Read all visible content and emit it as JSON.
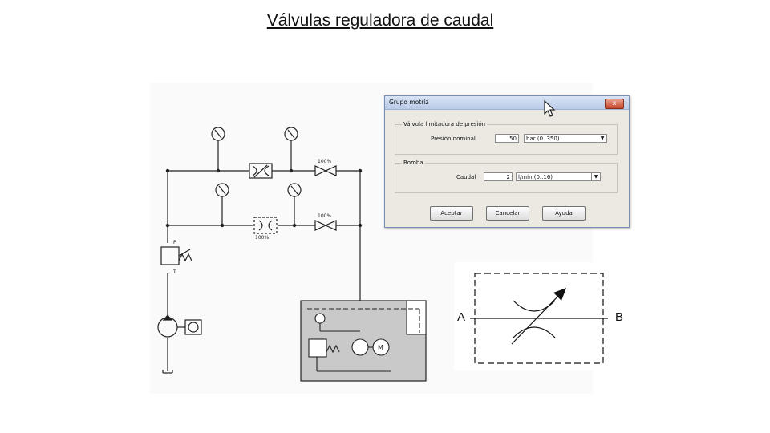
{
  "slide": {
    "title": "Válvulas reguladora de caudal"
  },
  "circuit": {
    "pct_top": "100%",
    "pct_mid": "100%",
    "pct_bottom": "100%",
    "port_p": "P",
    "port_t": "T",
    "motor_label": "M"
  },
  "dialog": {
    "title": "Grupo motriz",
    "close_label": "x",
    "group1": {
      "legend": "Válvula limitadora de presión",
      "field_label": "Presión nominal",
      "value": "50",
      "unit_selected": "bar (0..350)"
    },
    "group2": {
      "legend": "Bomba",
      "field_label": "Caudal",
      "value": "2",
      "unit_selected": "l/min (0..16)"
    },
    "buttons": {
      "accept": "Aceptar",
      "cancel": "Cancelar",
      "help": "Ayuda"
    }
  },
  "symbol": {
    "port_a": "A",
    "port_b": "B"
  },
  "colors": {
    "dialog_bg": "#ece9e2",
    "titlebar": "#c6d5ee",
    "close_button": "#c8462d",
    "power_unit_fill": "#c9c9c9",
    "line": "#222222"
  }
}
